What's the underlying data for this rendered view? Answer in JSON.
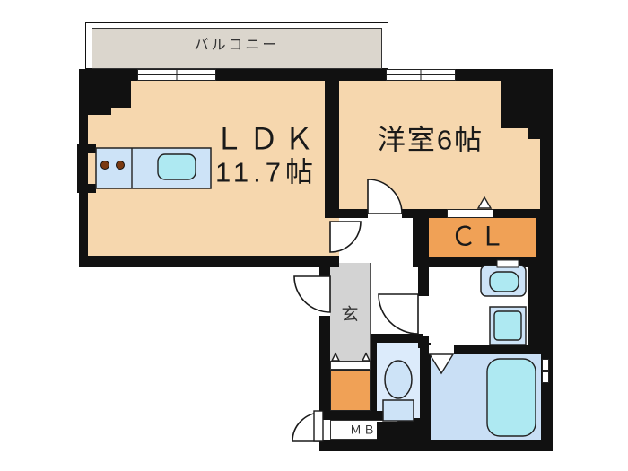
{
  "title": "1LDK apartment floor plan",
  "labels": {
    "balcony": "バルコニー",
    "ldk_name": "ＬＤＫ",
    "ldk_size": "11.7帖",
    "western_room": "洋室6帖",
    "closet": "ＣＬ",
    "entrance": "玄",
    "meter_box": "ＭＢ"
  },
  "fixtures": [
    "kitchen-counter",
    "stove-burners",
    "kitchen-sink",
    "vanity-sink",
    "washing-machine-pan",
    "bathtub",
    "toilet",
    "door-swing-arcs",
    "entrance-step-triangles",
    "closet-door-marker",
    "folding-door-marker",
    "sliding-windows",
    "meter-box"
  ],
  "palette": {
    "wall": "#111111",
    "room_floor": "#F6D7AE",
    "balcony": "#DBD6CD",
    "closet_orange": "#F0A156",
    "genkan_gray": "#D3D3D3",
    "fixture_blue": "#CDE3F7",
    "fixture_cyan": "#AEE9F2",
    "toilet_floor": "#DCEBFB",
    "bath_floor": "#C9DFF5",
    "burner_brown": "#7A3A12",
    "outline": "#1A1A1A"
  }
}
